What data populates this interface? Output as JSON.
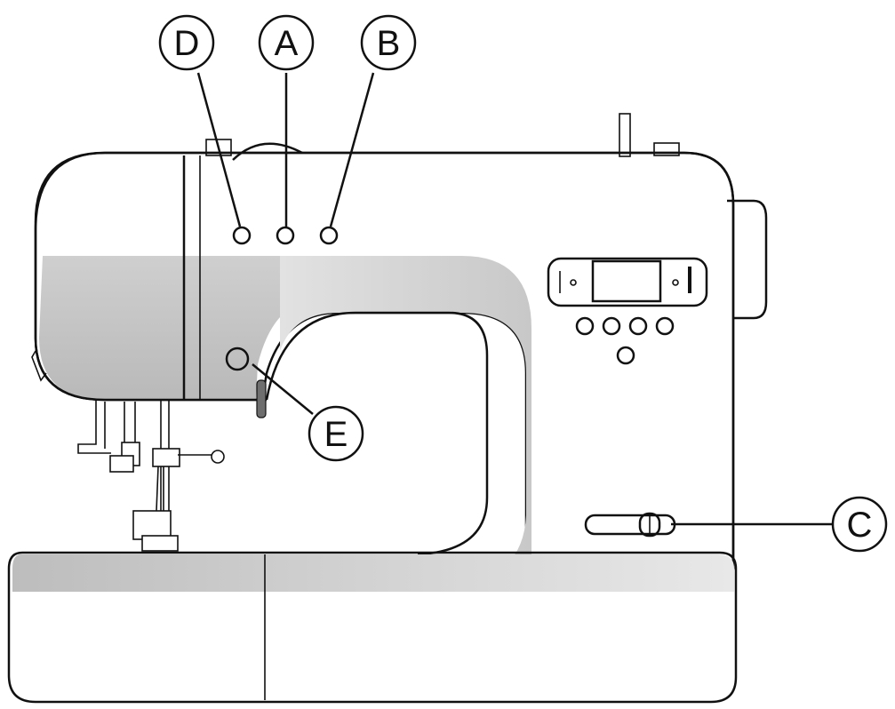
{
  "figure": {
    "callouts": [
      {
        "id": "D",
        "label": "D"
      },
      {
        "id": "A",
        "label": "A"
      },
      {
        "id": "B",
        "label": "B"
      },
      {
        "id": "C",
        "label": "C"
      },
      {
        "id": "E",
        "label": "E"
      }
    ],
    "colors": {
      "outline": "#111111",
      "body": "#ffffff",
      "head_shade": "#c4c4c4",
      "arm_shade": "#d2d2d2",
      "base_top": "#cfcfcf",
      "base_bottom": "#8f8f8f"
    }
  }
}
